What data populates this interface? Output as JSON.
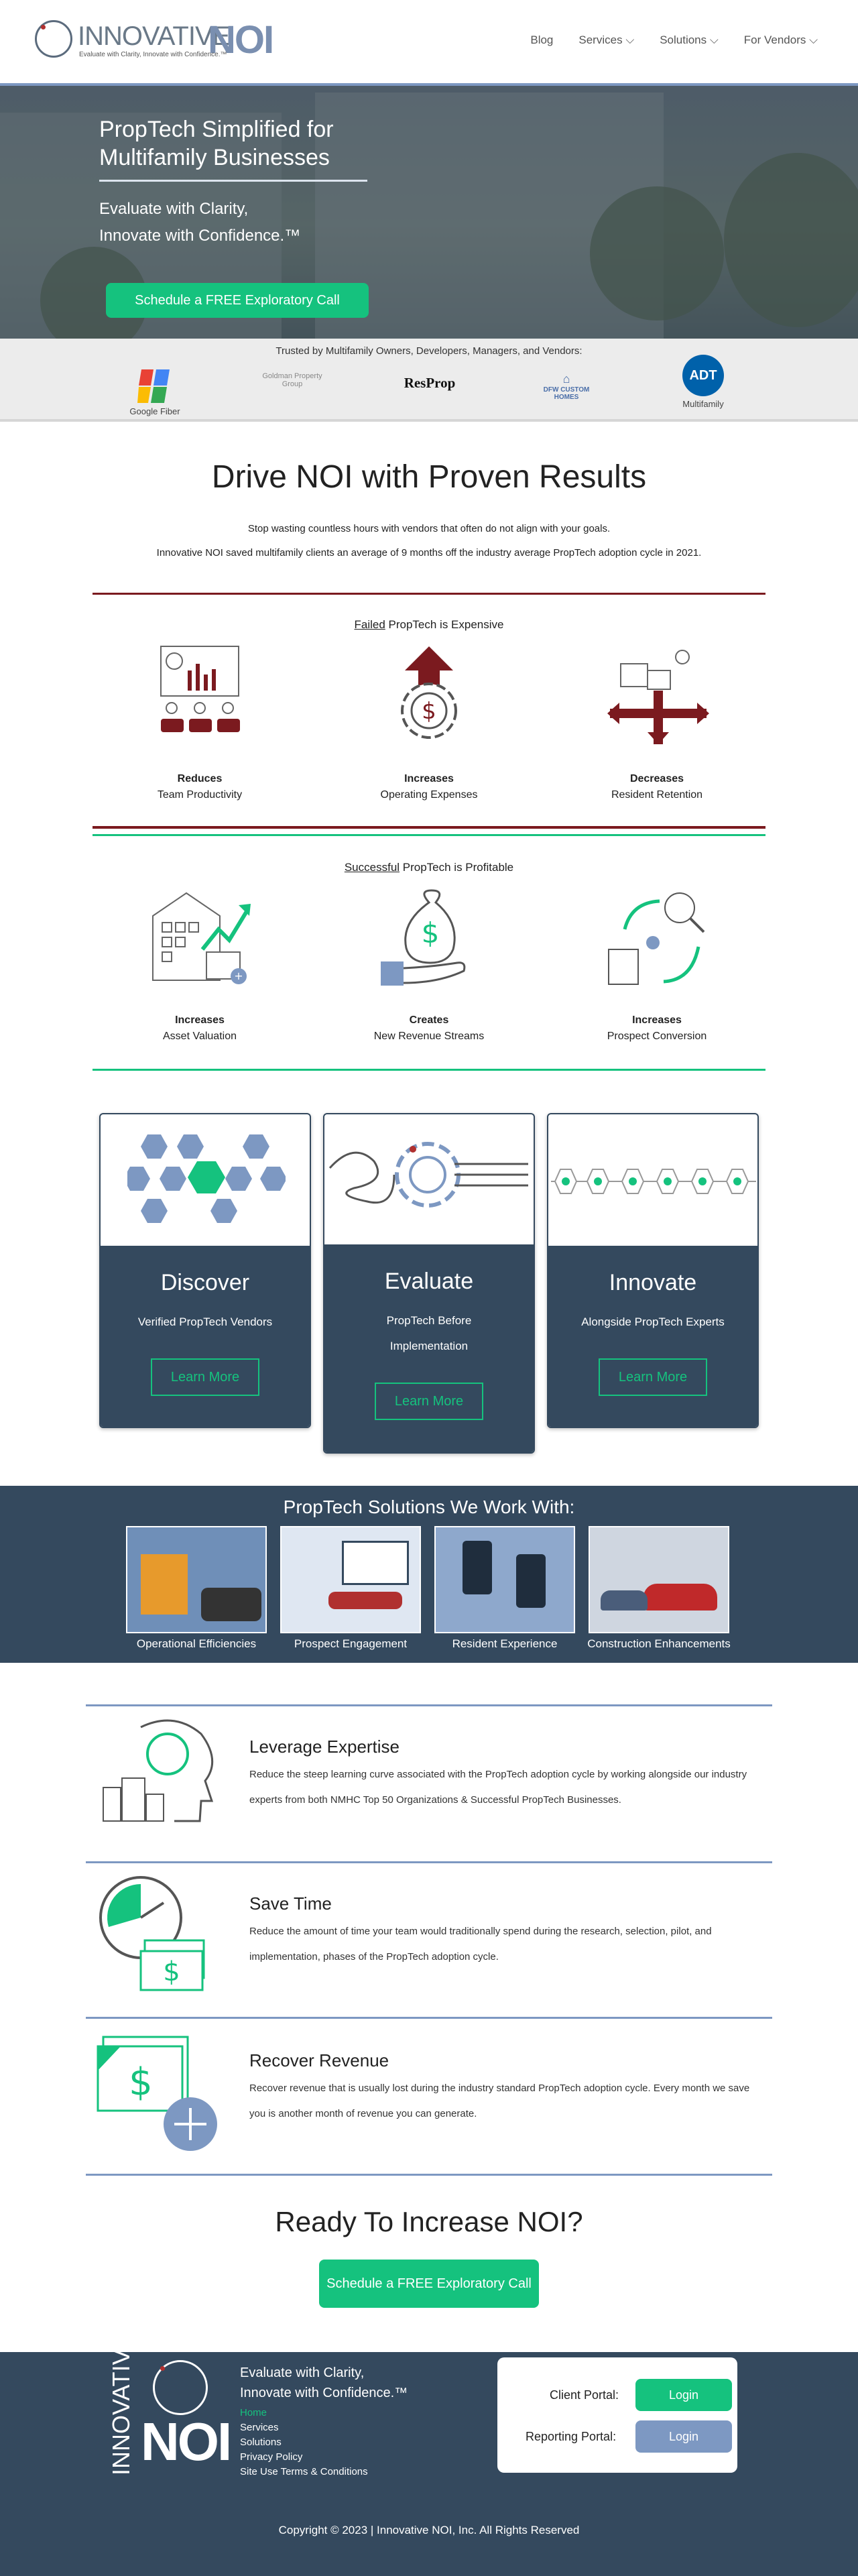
{
  "nav": {
    "brand_word": "INNOVATIVE",
    "brand_noi": "NOI",
    "brand_tag": "Evaluate with Clarity, Innovate with Confidence.™",
    "links": [
      "Blog",
      "Services",
      "Solutions",
      "For Vendors"
    ]
  },
  "hero": {
    "title": "PropTech Simplified for Multifamily Businesses",
    "subtitle_line1": "Evaluate with Clarity,",
    "subtitle_line2": "Innovate with Confidence.™",
    "cta": "Schedule a FREE Exploratory Call"
  },
  "trusted": {
    "title": "Trusted by Multifamily Owners, Developers, Managers, and Vendors:",
    "logos": [
      {
        "name": "google-fiber",
        "label": "Google Fiber"
      },
      {
        "name": "goldman-property",
        "label": "Goldman Property Group"
      },
      {
        "name": "resprop",
        "label": "ResProp"
      },
      {
        "name": "dfw-custom-homes",
        "label": "DFW CUSTOM HOMES"
      },
      {
        "name": "adt",
        "label": "ADT",
        "caption": "Multifamily"
      }
    ]
  },
  "results": {
    "title": "Drive NOI with Proven Results",
    "line1": "Stop wasting countless hours with vendors that often do not align with your goals.",
    "line2": "Innovative NOI saved multifamily clients an average of 9 months off the industry average PropTech adoption cycle in 2021."
  },
  "failed": {
    "title_u": "Failed",
    "title_rest": " PropTech is Expensive",
    "items": [
      {
        "bold": "Reduces",
        "text": "Team Productivity"
      },
      {
        "bold": "Increases",
        "text": "Operating Expenses"
      },
      {
        "bold": "Decreases",
        "text": "Resident Retention"
      }
    ]
  },
  "success": {
    "title_u": "Successful",
    "title_rest": " PropTech is Profitable",
    "items": [
      {
        "bold": "Increases",
        "text": "Asset Valuation"
      },
      {
        "bold": "Creates",
        "text": "New Revenue Streams"
      },
      {
        "bold": "Increases",
        "text": "Prospect Conversion"
      }
    ]
  },
  "cards": [
    {
      "title": "Discover",
      "line1": "Verified PropTech Vendors",
      "line2": "",
      "button": "Learn More"
    },
    {
      "title": "Evaluate",
      "line1": "PropTech Before",
      "line2": "Implementation",
      "button": "Learn More"
    },
    {
      "title": "Innovate",
      "line1": "Alongside PropTech Experts",
      "line2": "",
      "button": "Learn More"
    }
  ],
  "solutions": {
    "title": "PropTech Solutions We Work With:",
    "items": [
      "Operational Efficiencies",
      "Prospect Engagement",
      "Resident Experience",
      "Construction Enhancements"
    ]
  },
  "benefits": [
    {
      "title": "Leverage Expertise",
      "text": "Reduce the steep learning curve associated with the PropTech adoption cycle by working alongside our industry experts from both NMHC Top 50 Organizations & Successful PropTech Businesses."
    },
    {
      "title": "Save Time",
      "text": "Reduce the amount of time your team would traditionally spend during the research, selection, pilot, and implementation, phases of the PropTech adoption cycle."
    },
    {
      "title": "Recover Revenue",
      "text": "Recover revenue that is usually lost during the industry standard PropTech adoption cycle. Every month we save you is another month of revenue you can generate."
    }
  ],
  "cta_section": {
    "title": "Ready To Increase NOI?",
    "button": "Schedule a FREE Exploratory Call"
  },
  "footer": {
    "brand_word": "INNOVATIVE",
    "brand_noi": "NOI",
    "tag_line1": "Evaluate with Clarity,",
    "tag_line2": "Innovate with Confidence.™",
    "links": [
      "Home",
      "Services",
      "Solutions",
      "Privacy Policy",
      "Site Use Terms & Conditions"
    ],
    "client_portal_label": "Client Portal:",
    "client_portal_button": "Login",
    "reporting_portal_label": "Reporting Portal:",
    "reporting_portal_button": "Login",
    "copyright": "Copyright © 2023 | Innovative NOI, Inc. All Rights Reserved"
  },
  "colors": {
    "accent_green": "#15c27e",
    "navy": "#34495e",
    "steel_blue": "#7d98c2",
    "maroon": "#7b1a1f"
  }
}
